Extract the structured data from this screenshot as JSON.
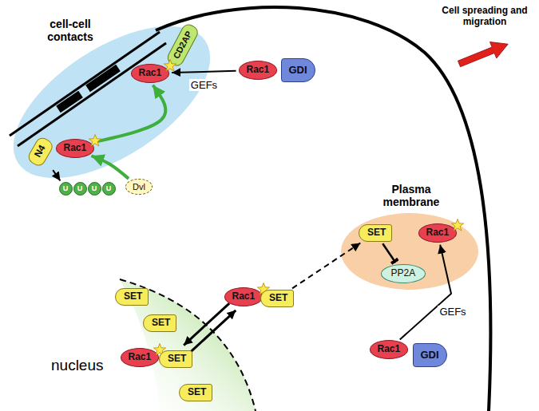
{
  "diagram": {
    "nodes": [
      {
        "text": [
          "cell-cell contacts"
        ]
      },
      {
        "text": [
          "CD2AP"
        ],
        "in": 0
      },
      {
        "text": [
          "Rac1"
        ],
        "in": 0
      },
      {
        "text": [
          "N4"
        ],
        "in": 0
      },
      {
        "text": [
          "Rac1"
        ],
        "in": 0
      },
      {
        "text": [
          "Dvl"
        ],
        "in": 0
      },
      {
        "text": [
          "U"
        ],
        "in": 0
      },
      {
        "text": [
          "U"
        ],
        "in": 0
      },
      {
        "text": [
          "U"
        ],
        "in": 0
      },
      {
        "text": [
          "U"
        ],
        "in": 0
      },
      {
        "text": [
          "Rac1"
        ]
      },
      {
        "text": [
          "GDI"
        ]
      },
      {
        "text": [
          "Plasma membrane"
        ]
      },
      {
        "text": [
          "SET"
        ],
        "in": 12
      },
      {
        "text": [
          "Rac1"
        ],
        "in": 12
      },
      {
        "text": [
          "PP2A"
        ],
        "in": 12
      },
      {
        "text": [
          "nucleus"
        ]
      },
      {
        "text": [
          "SET"
        ],
        "in": 16
      },
      {
        "text": [
          "SET"
        ],
        "in": 16
      },
      {
        "text": [
          "Rac1"
        ],
        "in": 16
      },
      {
        "text": [
          "SET"
        ],
        "in": 16
      },
      {
        "text": [
          "SET"
        ],
        "in": 16
      },
      {
        "text": [
          "Rac1"
        ]
      },
      {
        "text": [
          "SET"
        ]
      },
      {
        "text": [
          "Rac1"
        ]
      },
      {
        "text": [
          "GDI"
        ]
      }
    ],
    "edges": [
      {
        "from": 10,
        "to": 2,
        "label": "GEFs",
        "arrow": "to"
      },
      {
        "from": 3,
        "to": 6,
        "arrow": "to"
      },
      {
        "from": 5,
        "to": 4,
        "arrow": "to"
      },
      {
        "from": 4,
        "to": 2,
        "arrow": "to"
      },
      {
        "from": 20,
        "to": 22,
        "arrow": "to"
      },
      {
        "from": 22,
        "to": 20,
        "arrow": "to"
      },
      {
        "from": 23,
        "to": 13,
        "arrow": "to"
      },
      {
        "from": 13,
        "to": 15,
        "arrow": "to"
      },
      {
        "from": 24,
        "to": 14,
        "label": "GEFs",
        "arrow": "to"
      }
    ],
    "labels": [
      "Cell spreading and migration"
    ]
  }
}
